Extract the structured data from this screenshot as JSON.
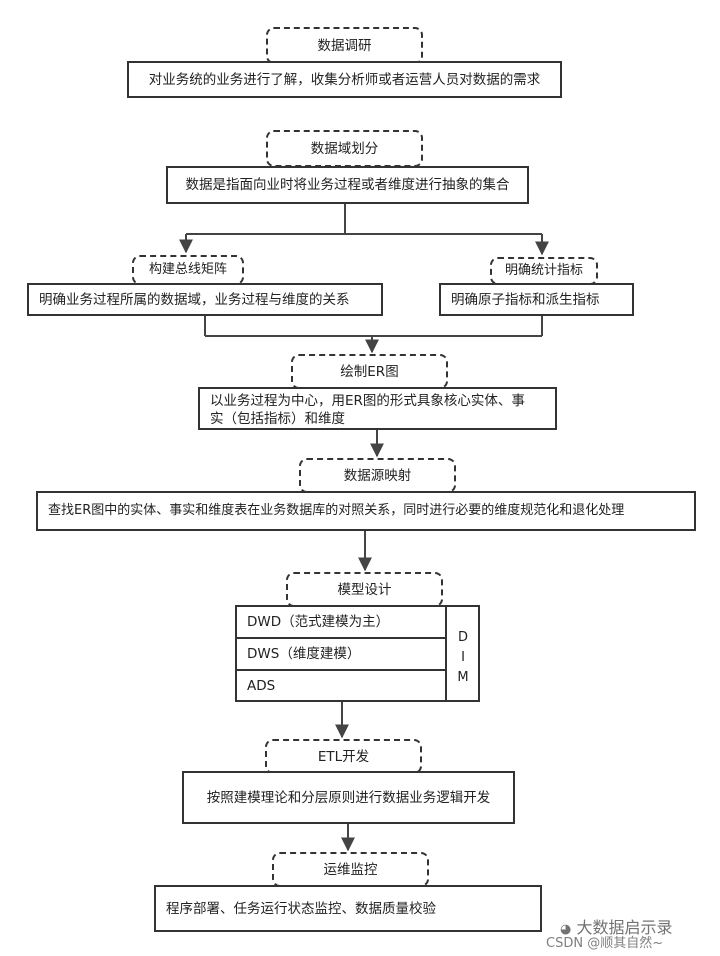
{
  "steps": {
    "research_title": "数据调研",
    "research_desc": "对业务统的业务进行了解，收集分析师或者运营人员对数据的需求",
    "domain_title": "数据域划分",
    "domain_desc": "数据是指面向业时将业务过程或者维度进行抽象的集合",
    "bus_title": "构建总线矩阵",
    "bus_desc": "明确业务过程所属的数据域，业务过程与维度的关系",
    "metric_title": "明确统计指标",
    "metric_desc": "明确原子指标和派生指标",
    "er_title": "绘制ER图",
    "er_desc_line1": "以业务过程为中心，用ER图的形式具象核心实体、事",
    "er_desc_line2": "实（包括指标）和维度",
    "mapping_title": "数据源映射",
    "mapping_desc": "查找ER图中的实体、事实和维度表在业务数据库的对照关系，同时进行必要的维度规范化和退化处理",
    "model_title": "模型设计",
    "model_dwd": "DWD（范式建模为主）",
    "model_dws": "DWS（维度建模）",
    "model_ads": "ADS",
    "model_dim": [
      "D",
      "I",
      "M"
    ],
    "etl_title": "ETL开发",
    "etl_desc": "按照建模理论和分层原则进行数据业务逻辑开发",
    "ops_title": "运维监控",
    "ops_desc": "程序部署、任务运行状态监控、数据质量校验"
  },
  "watermark": {
    "line1": "大数据启示录",
    "line2": "CSDN @顺其自然~"
  },
  "colors": {
    "border": "#333333",
    "arrow": "#444444",
    "background": "#ffffff"
  }
}
